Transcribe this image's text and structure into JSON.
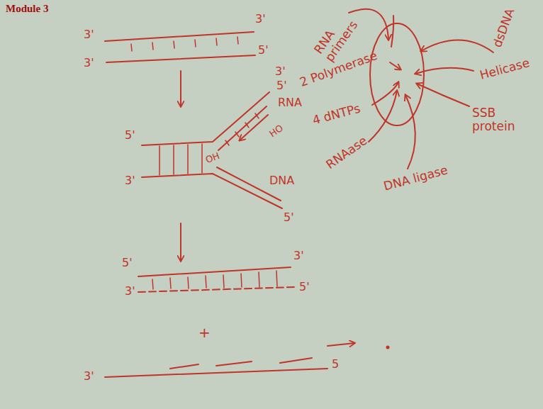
{
  "diagram": {
    "title": "Module 3",
    "labels": [
      "3'",
      "3'",
      "3'",
      "5'",
      "5'",
      "3'",
      "5'",
      "RNA",
      "HO",
      "3'",
      "OH",
      "DNA",
      "5'",
      "5'",
      "3'",
      "3'",
      "5'",
      "+",
      "3'",
      "5",
      "RNA primers",
      "dsDNA",
      "2 Polymerase",
      "Helicase",
      "4 dNTPs",
      "SSB protein",
      "RNAase",
      "DNA ligase"
    ]
  }
}
